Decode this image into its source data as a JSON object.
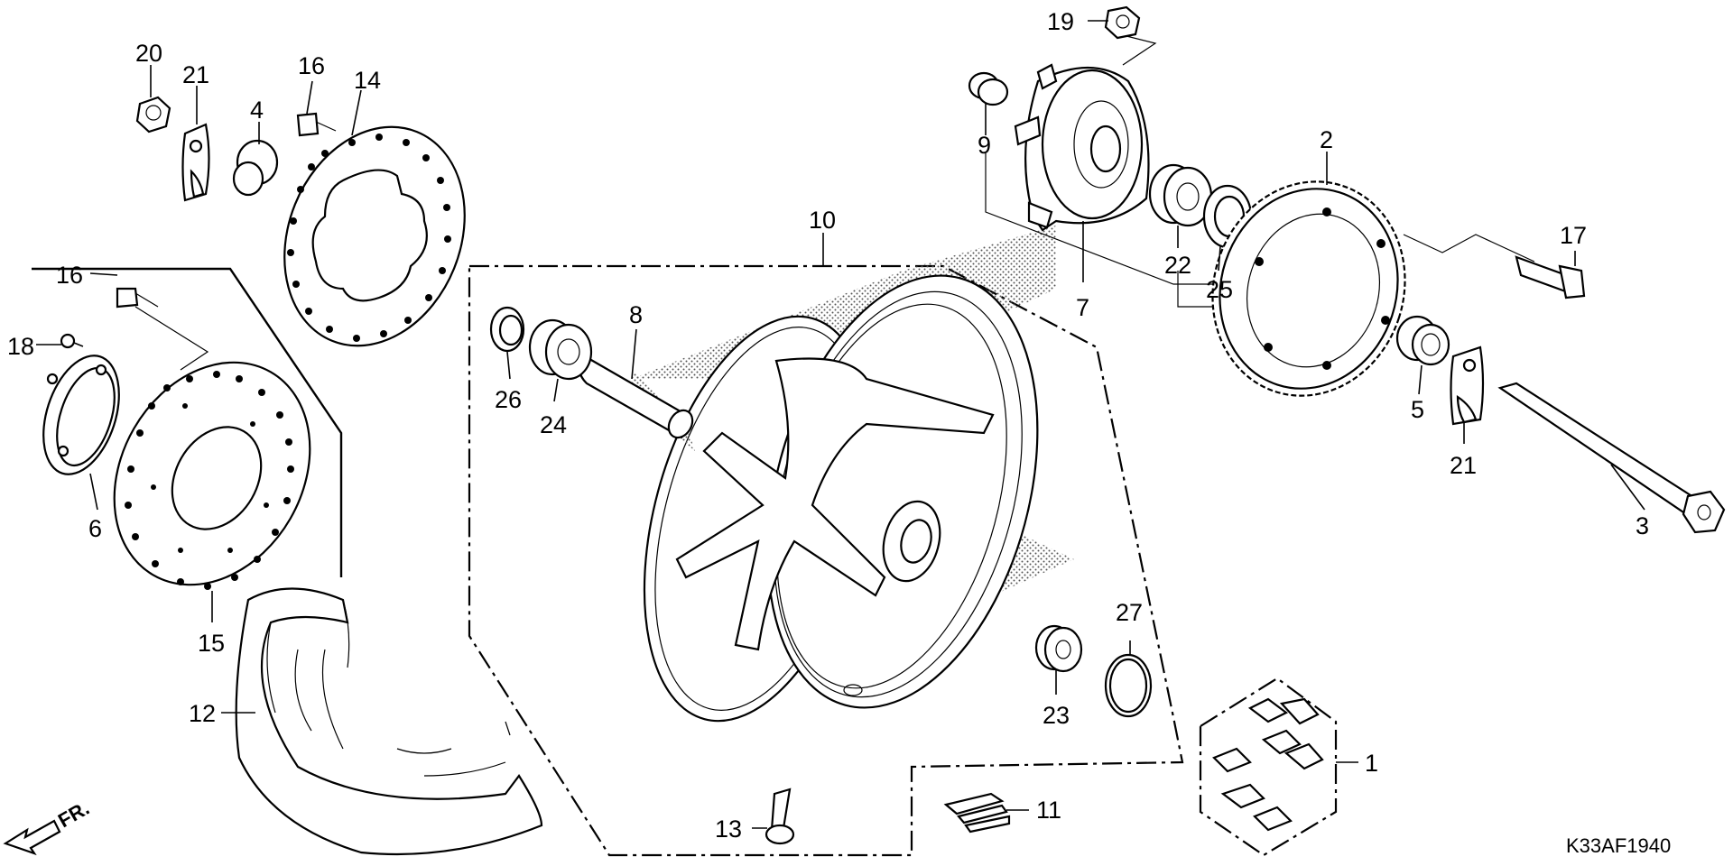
{
  "labels": {
    "p1": "1",
    "p2": "2",
    "p3": "3",
    "p4": "4",
    "p5": "5",
    "p6": "6",
    "p7": "7",
    "p8": "8",
    "p9": "9",
    "p10": "10",
    "p11": "11",
    "p12": "12",
    "p13": "13",
    "p14": "14",
    "p15": "15",
    "p16a": "16",
    "p16b": "16",
    "p17": "17",
    "p18": "18",
    "p19": "19",
    "p20": "20",
    "p21a": "21",
    "p21b": "21",
    "p22": "22",
    "p23": "23",
    "p24": "24",
    "p25": "25",
    "p26": "26",
    "p27": "27"
  },
  "diagram_code": "K33AF1940",
  "direction_label": "FR."
}
